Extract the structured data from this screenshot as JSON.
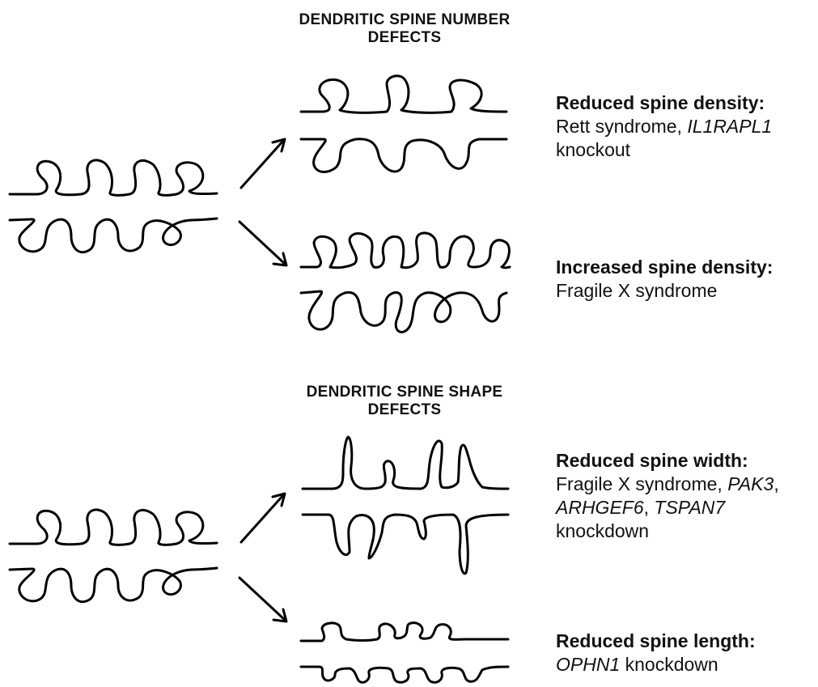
{
  "top_section": {
    "title_line1": "DENDRITIC SPINE NUMBER",
    "title_line2": "DEFECTS",
    "upper_caption": {
      "heading": "Reduced spine density:",
      "text1": "Rett syndrome, ",
      "gene1": "IL1RAPL1",
      "text2": "knockout"
    },
    "lower_caption": {
      "heading": "Increased spine density:",
      "text1": "Fragile X syndrome"
    }
  },
  "bottom_section": {
    "title_line1": "DENDRITIC SPINE SHAPE",
    "title_line2": "DEFECTS",
    "upper_caption": {
      "heading": "Reduced spine width:",
      "text1": "Fragile X syndrome, ",
      "gene1": "PAK3",
      "text1b": ",",
      "gene2": "ARHGEF6",
      "sep": ", ",
      "gene3": "TSPAN7",
      "text2": "knockdown"
    },
    "lower_caption": {
      "heading": "Reduced spine length:",
      "gene1": "OPHN1",
      "text1": " knockdown"
    }
  }
}
